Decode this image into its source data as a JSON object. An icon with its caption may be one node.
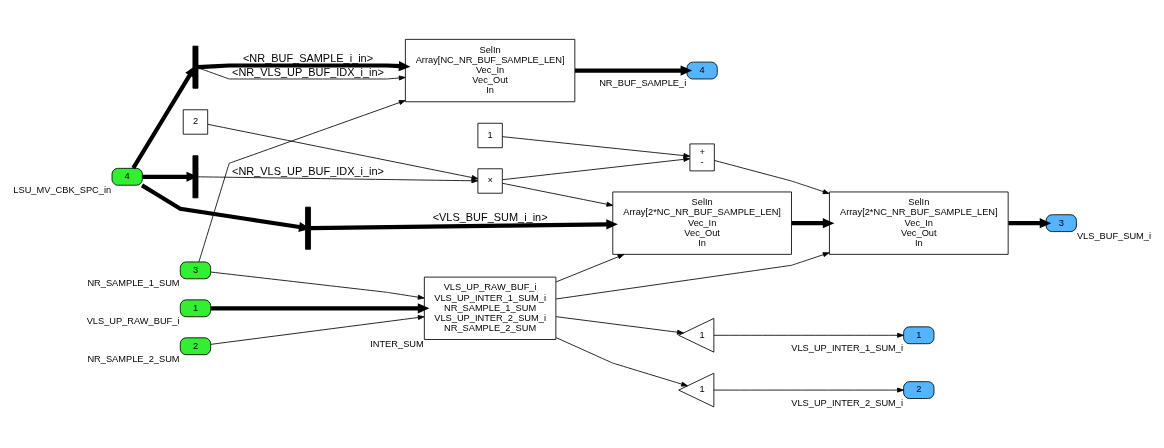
{
  "diagram": {
    "nodes": [
      {
        "text": [
          "1"
        ],
        "beside": [
          "VLS_UP_RAW_BUF_i"
        ]
      },
      {
        "text": [
          "3"
        ],
        "beside": [
          "NR_SAMPLE_1_SUM"
        ]
      },
      {
        "text": [
          "2"
        ],
        "beside": [
          "NR_SAMPLE_2_SUM"
        ]
      },
      {
        "text": [
          "4"
        ],
        "beside": [
          "LSU_MV_CBK_SPC_in"
        ]
      },
      {
        "text": [
          "VLS_UP_RAW_BUF_i",
          "VLS_UP_INTER_1_SUM_i",
          "NR_SAMPLE_1_SUM",
          "VLS_UP_INTER_2_SUM_i",
          "NR_SAMPLE_2_SUM"
        ],
        "beside": [
          "INTER_SUM"
        ]
      },
      {
        "text": [
          "1"
        ]
      },
      {
        "text": [
          "1"
        ]
      },
      {
        "text": [
          "1"
        ],
        "beside": [
          "VLS_UP_INTER_1_SUM_i"
        ]
      },
      {
        "text": [
          "2"
        ],
        "beside": [
          "VLS_UP_INTER_2_SUM_i"
        ]
      },
      {
        "text": [],
        "shape": "bar"
      },
      {
        "text": [],
        "shape": "bar"
      },
      {
        "text": [],
        "shape": "bar"
      },
      {
        "text": [
          "×"
        ]
      },
      {
        "text": [
          "2"
        ]
      },
      {
        "text": [
          "+",
          "-"
        ]
      },
      {
        "text": [
          "1"
        ]
      },
      {
        "text": [
          "SelIn",
          "Array[2*NC_NR_BUF_SAMPLE_LEN]",
          "Vec_In",
          "Vec_Out",
          "In"
        ]
      },
      {
        "text": [
          "SelIn",
          "Array[2*NC_NR_BUF_SAMPLE_LEN]",
          "Vec_In",
          "Vec_Out",
          "In"
        ]
      },
      {
        "text": [
          "SelIn",
          "Array[NC_NR_BUF_SAMPLE_LEN]",
          "Vec_In",
          "Vec_Out",
          "In"
        ]
      },
      {
        "text": [
          "3"
        ],
        "beside": [
          "VLS_BUF_SUM_i"
        ]
      },
      {
        "text": [
          "4"
        ],
        "beside": [
          "NR_BUF_SAMPLE_i"
        ]
      }
    ],
    "edges": [
      {
        "from": 0,
        "to": 4,
        "arrow": "to",
        "style": "thick"
      },
      {
        "from": 1,
        "to": 4,
        "arrow": "to"
      },
      {
        "from": 2,
        "to": 4,
        "arrow": "to"
      },
      {
        "from": 1,
        "to": 18,
        "arrow": "to"
      },
      {
        "from": 4,
        "to": 5,
        "arrow": "to"
      },
      {
        "from": 4,
        "to": 17,
        "arrow": "to"
      },
      {
        "from": 4,
        "to": 6,
        "arrow": "to"
      },
      {
        "from": 4,
        "to": 16,
        "arrow": "to"
      },
      {
        "from": 5,
        "to": 7,
        "arrow": "to"
      },
      {
        "from": 6,
        "to": 8,
        "arrow": "to"
      },
      {
        "from": 3,
        "to": 9,
        "arrow": "to",
        "style": "thick"
      },
      {
        "from": 3,
        "to": 10,
        "arrow": "to",
        "style": "thick"
      },
      {
        "from": 3,
        "to": 11,
        "arrow": "to",
        "style": "thick"
      },
      {
        "from": 9,
        "to": 12,
        "arrow": "to",
        "label": "<NR_VLS_UP_BUF_IDX_i_in>"
      },
      {
        "from": 13,
        "to": 12,
        "arrow": "to"
      },
      {
        "from": 12,
        "to": 14,
        "arrow": "to"
      },
      {
        "from": 12,
        "to": 16,
        "arrow": "to"
      },
      {
        "from": 15,
        "to": 14,
        "arrow": "to"
      },
      {
        "from": 14,
        "to": 17,
        "arrow": "to"
      },
      {
        "from": 10,
        "to": 16,
        "arrow": "to",
        "label": "<VLS_BUF_SUM_i_in>",
        "style": "thick"
      },
      {
        "from": 16,
        "to": 17,
        "arrow": "to",
        "style": "thick"
      },
      {
        "from": 17,
        "to": 19,
        "arrow": "to",
        "style": "thick"
      },
      {
        "from": 11,
        "to": 18,
        "arrow": "to",
        "label": "<NR_VLS_UP_BUF_IDX_i_in>"
      },
      {
        "from": 11,
        "to": 18,
        "arrow": "to",
        "label": "<NR_BUF_SAMPLE_i_in>",
        "style": "thick"
      },
      {
        "from": 18,
        "to": 20,
        "arrow": "to",
        "style": "thick"
      }
    ]
  }
}
